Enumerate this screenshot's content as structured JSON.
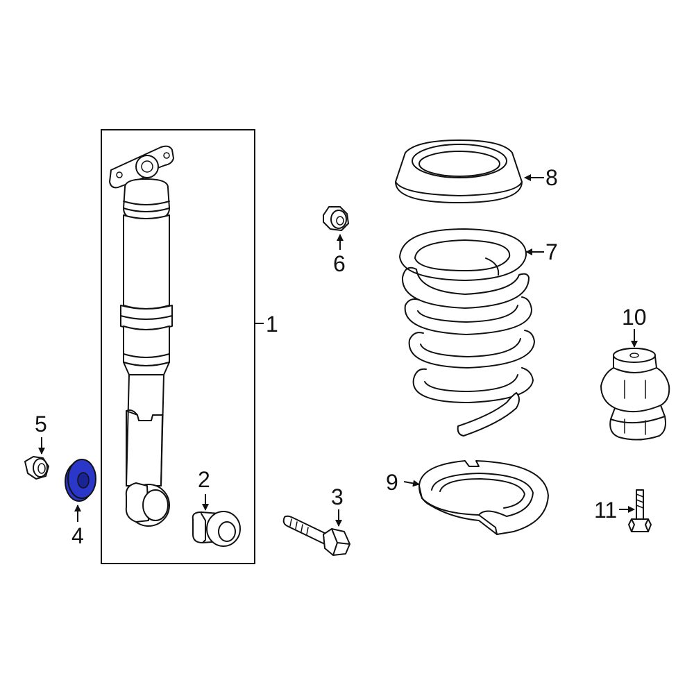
{
  "highlight_color": "#2a37c9",
  "outline_color": "#111111",
  "parts": [
    {
      "callout": "1",
      "part": "shock-absorber-assembly"
    },
    {
      "callout": "2",
      "part": "bushing"
    },
    {
      "callout": "3",
      "part": "bolt"
    },
    {
      "callout": "4",
      "part": "washer",
      "highlighted": true
    },
    {
      "callout": "5",
      "part": "nut"
    },
    {
      "callout": "6",
      "part": "nut"
    },
    {
      "callout": "7",
      "part": "coil-spring"
    },
    {
      "callout": "8",
      "part": "upper-spring-insulator"
    },
    {
      "callout": "9",
      "part": "lower-spring-insulator"
    },
    {
      "callout": "10",
      "part": "bump-stop"
    },
    {
      "callout": "11",
      "part": "bolt"
    }
  ]
}
